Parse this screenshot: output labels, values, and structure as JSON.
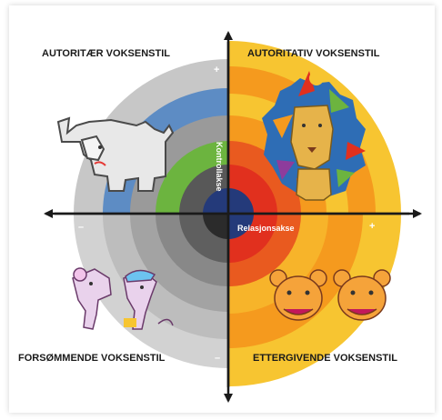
{
  "quadrants": {
    "top_left": "AUTORITÆR VOKSENSTIL",
    "top_right": "AUTORITATIV VOKSENSTIL",
    "bottom_left": "FORSØMMENDE VOKSENSTIL",
    "bottom_right": "ETTERGIVENDE VOKSENSTIL"
  },
  "axes": {
    "vertical": "Kontrollakse",
    "horizontal": "Relasjonsakse"
  },
  "signs": {
    "vertical_top": "+",
    "vertical_bottom": "–",
    "horizontal_left": "–",
    "horizontal_right": "+"
  },
  "illustrations": {
    "top_left": "elephant",
    "top_right": "lion",
    "bottom_left": "mice",
    "bottom_right": "bears"
  },
  "colors": {
    "warm_rings": [
      "#f7c531",
      "#f59a1e",
      "#e95a1f",
      "#e1301e",
      "#243a7a"
    ],
    "cool_rings_top": [
      "#c7c7c7",
      "#5d8cc4",
      "#6cb43f",
      "#585858",
      "#3a3a3a",
      "#1d1d1d"
    ],
    "gray_rings_bottom": [
      "#c8c8c8",
      "#b2b2b2",
      "#9a9a9a",
      "#808080",
      "#606060",
      "#2e2e2e"
    ]
  }
}
